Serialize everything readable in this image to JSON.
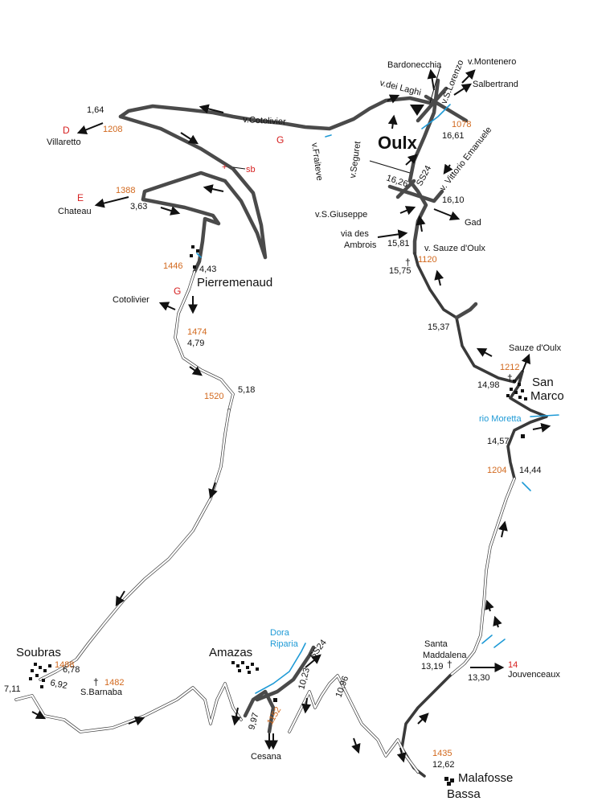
{
  "towns": {
    "oulx": "Oulx",
    "pierremenaud": "Pierremenaud",
    "san_marco_1": "San",
    "san_marco_2": "Marco",
    "soubras": "Soubras",
    "amazas": "Amazas",
    "malafosse_1": "Malafosse",
    "malafosse_2": "Bassa"
  },
  "destinations": {
    "bardonecchia": "Bardonecchia",
    "montenero": "v.Montenero",
    "salbertrand": "Salbertrand",
    "dei_laghi": "v.dei Laghi",
    "s_lorenzo": "v.S.Lorenzo",
    "cotolivier_road": "v.Cotolivier",
    "villaretto": "Villaretto",
    "fraiteve": "v.Fraiteve",
    "seguret": "v.Seguret",
    "vittorio": "v. Vittorio Emanuele",
    "ss24_top": "SS24",
    "chateau": "Chateau",
    "giuseppe": "v.S.Giuseppe",
    "gad": "Gad",
    "ambrois_1": "via des",
    "ambrois_2": "Ambrois",
    "sauze_road": "v. Sauze d'Oulx",
    "cotolivier": "Cotolivier",
    "sauze": "Sauze d'Oulx",
    "santa_1": "Santa",
    "santa_2": "Maddalena",
    "jouvenceaux": "Jouvenceaux",
    "s_barnaba": "S.Barnaba",
    "cesana": "Cesana",
    "ss24_bottom": "SS24"
  },
  "water": {
    "rio_moretta": "rio Moretta",
    "dora_1": "Dora",
    "dora_2": "Riparia"
  },
  "elevations": {
    "e1078": "1078",
    "e1208": "1208",
    "e1388": "1388",
    "e1446": "1446",
    "e1474": "1474",
    "e1520": "1520",
    "e1120": "1120",
    "e1212": "1212",
    "e1204": "1204",
    "e1488": "1488",
    "e1482": "1482",
    "e1152": "1152",
    "e1435": "1435",
    "e14": "14"
  },
  "distances": {
    "d1_64": "1,64",
    "d16_61": "16,61",
    "d16_26": "16,26",
    "d16_10": "16,10",
    "d3_63": "3,63",
    "d15_81": "15,81",
    "d15_75": "15,75",
    "d4_43": "4,43",
    "d4_79": "4,79",
    "d15_37": "15,37",
    "d5_18": "5,18",
    "d14_98": "14,98",
    "d14_57": "14,57",
    "d14_44": "14,44",
    "d13_19": "13,19",
    "d13_30": "13,30",
    "d6_78": "6,78",
    "d6_92": "6,92",
    "d7_11": "7,11",
    "d9_97": "9,97",
    "d10_23": "10,23",
    "d10_96": "10,96",
    "d12_62": "12,62"
  },
  "markers": {
    "d_left": "D",
    "e_left": "E",
    "g_top": "G",
    "g_mid": "G",
    "sb": "sb"
  },
  "colors": {
    "road": "#4a4a4a",
    "elevation": "#d2691e",
    "marker": "#d62020",
    "water": "#1e9ad6"
  }
}
